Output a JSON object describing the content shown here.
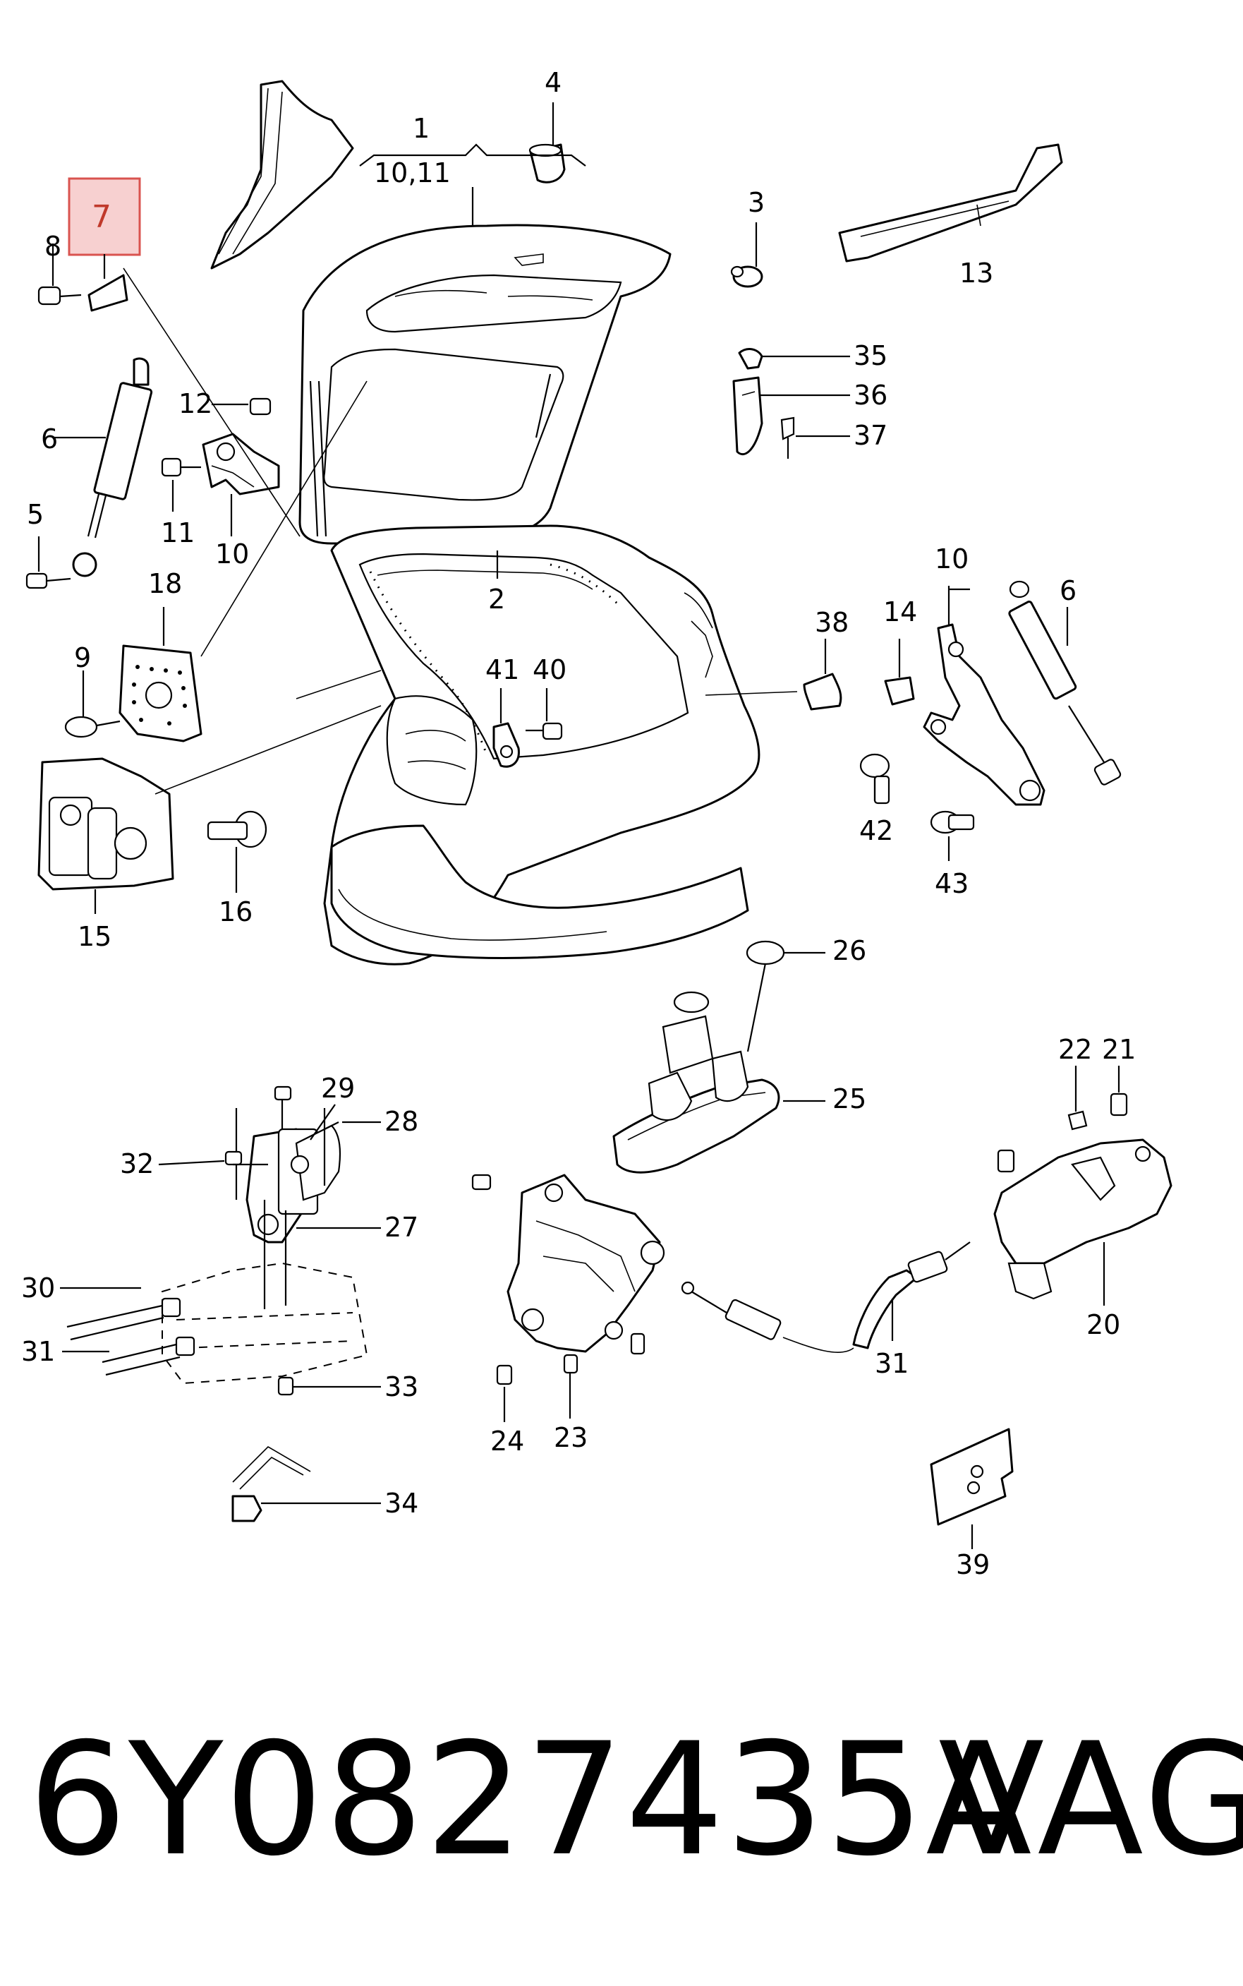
{
  "part_number": "6Y0827435A",
  "brand": "VAG",
  "highlighted_callout": "7",
  "callouts": {
    "c1": "1",
    "c1sub": "10,11",
    "c2": "2",
    "c3": "3",
    "c4": "4",
    "c5": "5",
    "c6": "6",
    "c6b": "6",
    "c7": "7",
    "c8": "8",
    "c9": "9",
    "c10": "10",
    "c10b": "10",
    "c11": "11",
    "c12": "12",
    "c13": "13",
    "c14": "14",
    "c15": "15",
    "c16": "16",
    "c18": "18",
    "c20": "20",
    "c21": "21",
    "c22": "22",
    "c23": "23",
    "c24": "24",
    "c25": "25",
    "c26": "26",
    "c27": "27",
    "c28": "28",
    "c29": "29",
    "c30": "30",
    "c31": "31",
    "c31b": "31",
    "c32": "32",
    "c33": "33",
    "c34": "34",
    "c35": "35",
    "c36": "36",
    "c37": "37",
    "c38": "38",
    "c39": "39",
    "c40": "40",
    "c41": "41",
    "c42": "42",
    "c43": "43"
  },
  "colors": {
    "highlight_fill": "#f7d0d0",
    "highlight_border": "#d9534f",
    "ink": "#000000"
  }
}
